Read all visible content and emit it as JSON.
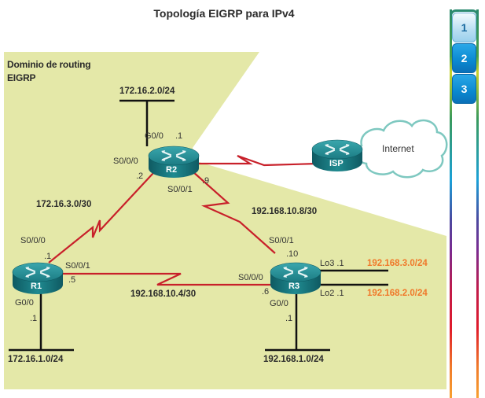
{
  "title": "Topología EIGRP para IPv4",
  "domain_label": [
    "Dominio de routing",
    "EIGRP"
  ],
  "colors": {
    "domain_fill": "#e4e8a8",
    "serial_link": "#c8202a",
    "ethernet_link": "#111111",
    "router_body": "#1f7f86",
    "loopback_network_text": "#f0782a",
    "cloud_outline": "#7ec8c0"
  },
  "routers": [
    {
      "name": "R1"
    },
    {
      "name": "R2"
    },
    {
      "name": "R3"
    },
    {
      "name": "ISP"
    }
  ],
  "cloud": {
    "label": "Internet"
  },
  "networks": {
    "r2_lan": "172.16.2.0/24",
    "r1_lan": "172.16.1.0/24",
    "r3_lan": "192.168.1.0/24",
    "r1_r2_serial": "172.16.3.0/30",
    "r2_r3_serial": "192.168.10.8/30",
    "r1_r3_serial": "192.168.10.4/30",
    "r3_lo3": "192.168.3.0/24",
    "r3_lo2": "192.168.2.0/24"
  },
  "interfaces": {
    "r2_g00": "G0/0",
    "r2_g00_ip": ".1",
    "r2_s000": "S0/0/0",
    "r2_s000_ip": ".2",
    "r2_s001": "S0/0/1",
    "r2_s001_ip": ".9",
    "r1_s000": "S0/0/0",
    "r1_s000_ip": ".1",
    "r1_s001": "S0/0/1",
    "r1_s001_ip": ".5",
    "r1_g00": "G0/0",
    "r1_g00_ip": ".1",
    "r3_s001": "S0/0/1",
    "r3_s001_ip": ".10",
    "r3_s000": "S0/0/0",
    "r3_s000_ip": ".6",
    "r3_g00": "G0/0",
    "r3_g00_ip": ".1",
    "r3_lo3": "Lo3 .1",
    "r3_lo2": "Lo2 .1"
  },
  "side_nav": {
    "steps": [
      {
        "label": "1",
        "active": true
      },
      {
        "label": "2",
        "active": false
      },
      {
        "label": "3",
        "active": false
      }
    ]
  }
}
